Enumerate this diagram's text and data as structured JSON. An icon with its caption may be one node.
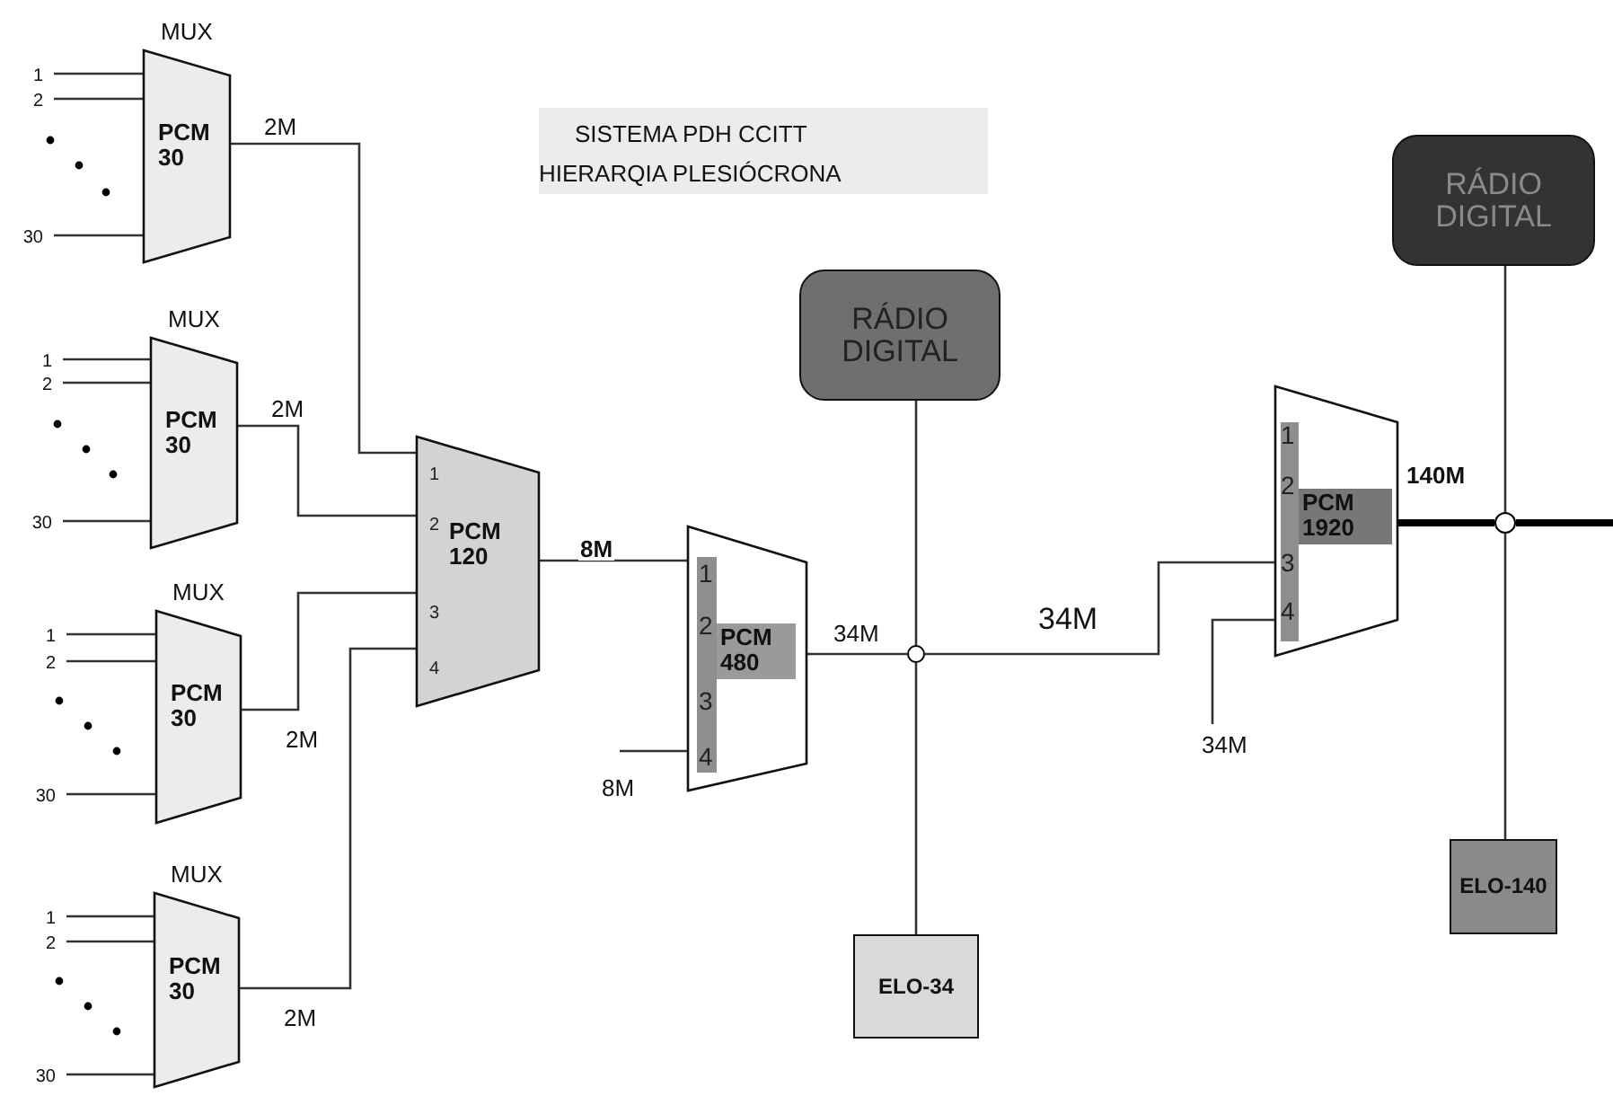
{
  "diagram": {
    "title": "SISTEMA PDH CCITT HIERARQIA PLESIÓCRONA",
    "nodes": [
      {
        "text": [
          "MUX",
          "PCM 30"
        ]
      },
      {
        "text": [
          "MUX",
          "PCM 30"
        ]
      },
      {
        "text": [
          "MUX",
          "PCM 30"
        ]
      },
      {
        "text": [
          "MUX",
          "PCM 30"
        ]
      },
      {
        "text": [
          "1",
          "2",
          "PCM 120",
          "3",
          "4"
        ]
      },
      {
        "text": [
          "1",
          "2",
          "PCM 480",
          "3",
          "4"
        ]
      },
      {
        "text": [
          "RÁDIO DIGITAL"
        ]
      },
      {
        "text": [
          "ELO-34"
        ]
      },
      {
        "text": [
          "1",
          "2",
          "PCM 1920",
          "3",
          "4"
        ]
      },
      {
        "text": [
          "RÁDIO DIGITAL"
        ]
      },
      {
        "text": [
          "ELO-140"
        ]
      },
      {
        "text": [],
        "shape": "circle"
      },
      {
        "text": [],
        "shape": "circle"
      }
    ],
    "edges": [
      {
        "from": 0,
        "to": 4,
        "arrow": "none",
        "label": "2M"
      },
      {
        "from": 1,
        "to": 4,
        "arrow": "none",
        "label": "2M"
      },
      {
        "from": 2,
        "to": 4,
        "arrow": "none",
        "label": "2M"
      },
      {
        "from": 3,
        "to": 4,
        "arrow": "none",
        "label": "2M"
      },
      {
        "from": 4,
        "to": 5,
        "arrow": "none",
        "label": "8M"
      },
      {
        "from": null,
        "to": 5,
        "arrow": "none",
        "label": "8M"
      },
      {
        "from": 5,
        "to": 11,
        "arrow": "none",
        "label": "34M"
      },
      {
        "from": 6,
        "to": 11,
        "arrow": "none"
      },
      {
        "from": 11,
        "to": 7,
        "arrow": "none"
      },
      {
        "from": 11,
        "to": 8,
        "arrow": "none",
        "label": "34M"
      },
      {
        "from": null,
        "to": 8,
        "arrow": "none",
        "label": "34M"
      },
      {
        "from": 8,
        "to": 12,
        "arrow": "none",
        "label": "140M",
        "style": "thick"
      },
      {
        "from": 12,
        "to": null,
        "arrow": "none",
        "style": "thick"
      },
      {
        "from": 9,
        "to": 12,
        "arrow": "none"
      },
      {
        "from": 12,
        "to": 10,
        "arrow": "none"
      },
      {
        "from": null,
        "to": 0,
        "arrow": "none",
        "label": "1"
      },
      {
        "from": null,
        "to": 0,
        "arrow": "none",
        "label": "2"
      },
      {
        "from": null,
        "to": 0,
        "arrow": "none",
        "label": "30"
      },
      {
        "from": null,
        "to": 1,
        "arrow": "none",
        "label": "1"
      },
      {
        "from": null,
        "to": 1,
        "arrow": "none",
        "label": "2"
      },
      {
        "from": null,
        "to": 1,
        "arrow": "none",
        "label": "30"
      },
      {
        "from": null,
        "to": 2,
        "arrow": "none",
        "label": "1"
      },
      {
        "from": null,
        "to": 2,
        "arrow": "none",
        "label": "2"
      },
      {
        "from": null,
        "to": 2,
        "arrow": "none",
        "label": "30"
      },
      {
        "from": null,
        "to": 3,
        "arrow": "none",
        "label": "1"
      },
      {
        "from": null,
        "to": 3,
        "arrow": "none",
        "label": "2"
      },
      {
        "from": null,
        "to": 3,
        "arrow": "none",
        "label": "30"
      }
    ]
  }
}
